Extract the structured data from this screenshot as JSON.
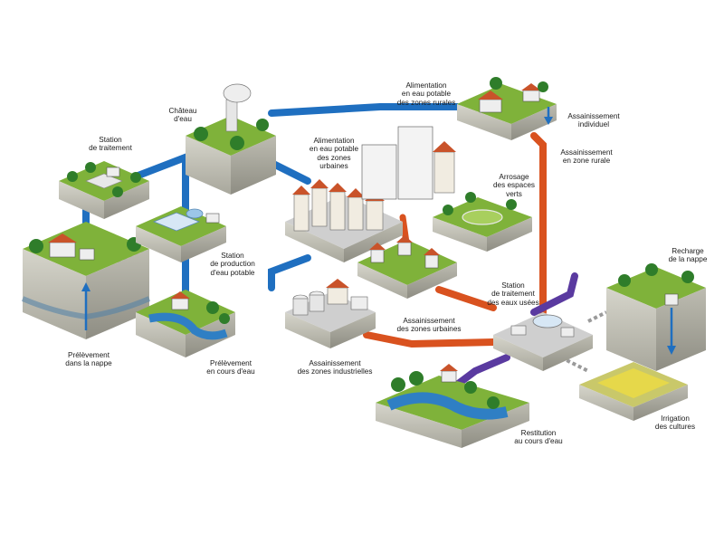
{
  "labels": {
    "chateau_eau": "Château\nd'eau",
    "station_traitement": "Station\nde traitement",
    "alim_urbaine": "Alimentation\nen eau potable\ndes zones\nurbaines",
    "alim_rurale": "Alimentation\nen eau potable\ndes zones rurales",
    "assainissement_individuel": "Assainissement\nindividuel",
    "assainissement_rurale": "Assainissement\nen zone rurale",
    "arrosage": "Arrosage\ndes espaces\nverts",
    "station_production": "Station\nde production\nd'eau potable",
    "prelevement_nappe": "Prélèvement\ndans la nappe",
    "prelevement_cours": "Prélèvement\nen cours d'eau",
    "assainissement_industriel": "Assainissement\ndes zones industrielles",
    "assainissement_urbain": "Assainissement\ndes zones urbaines",
    "station_eaux_usees": "Station\nde traitement\ndes eaux usées",
    "recharge_nappe": "Recharge\nde la nappe",
    "irrigation": "Irrigation\ndes cultures",
    "restitution": "Restitution\nau cours d'eau"
  },
  "colors": {
    "potable_pipe": "#1f6fc0",
    "wastewater_pipe": "#d9521f",
    "treated_pipe": "#5a3aa0",
    "grass": "#7fb23a",
    "soil": "#c9c8bd",
    "tree": "#2f7d2a",
    "water": "#2f7fc4"
  }
}
